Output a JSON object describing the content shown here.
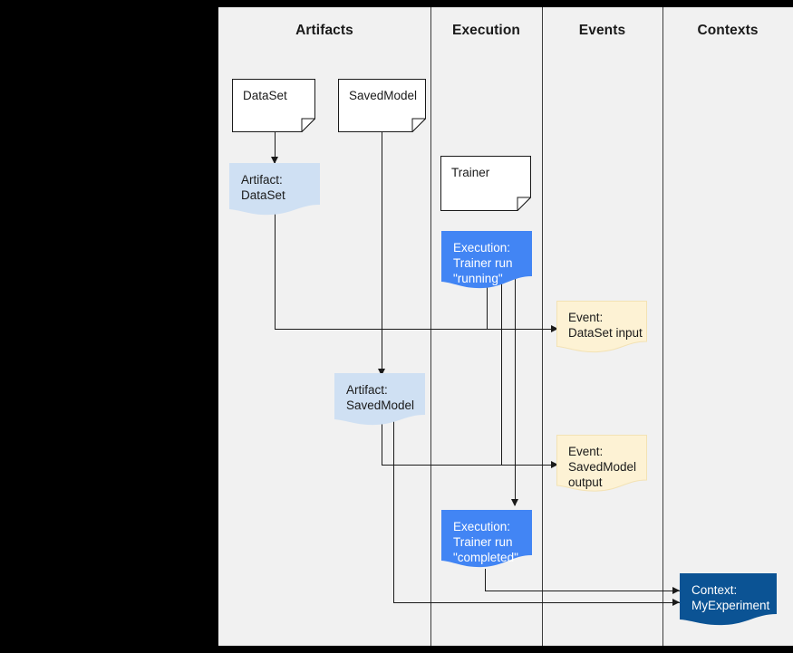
{
  "diagram": {
    "title": "ML Metadata swimlane diagram",
    "background": "#f1f1f1",
    "outer_background": "#000000",
    "lanes": [
      {
        "id": "artifacts",
        "label": "Artifacts"
      },
      {
        "id": "execution",
        "label": "Execution"
      },
      {
        "id": "events",
        "label": "Events"
      },
      {
        "id": "contexts",
        "label": "Contexts"
      }
    ],
    "colors": {
      "artifact_fill": "#cfe0f3",
      "execution_fill": "#4285f4",
      "event_fill": "#fdf2d4",
      "event_border": "#f0e0b0",
      "context_fill": "#0b5394",
      "line": "#1a1a1a",
      "lane_divider": "#3c3c3c",
      "doc_border": "#1a1a1a",
      "doc_fill": "#ffffff",
      "lane_bg": "#f1f1f1"
    },
    "nodes": [
      {
        "id": "type-dataset",
        "shape": "document",
        "lane": "artifacts",
        "label": "DataSet"
      },
      {
        "id": "type-savedmodel",
        "shape": "document",
        "lane": "artifacts",
        "label": "SavedModel"
      },
      {
        "id": "artifact-dataset",
        "shape": "wavy",
        "lane": "artifacts",
        "label": "Artifact:\nDataSet"
      },
      {
        "id": "artifact-savedmodel",
        "shape": "wavy",
        "lane": "artifacts",
        "label": "Artifact:\nSavedModel"
      },
      {
        "id": "type-trainer",
        "shape": "document",
        "lane": "execution",
        "label": "Trainer"
      },
      {
        "id": "execution-running",
        "shape": "wavy",
        "lane": "execution",
        "label": "Execution:\nTrainer run\n\"running\""
      },
      {
        "id": "execution-completed",
        "shape": "wavy",
        "lane": "execution",
        "label": "Execution:\nTrainer run\n\"completed\""
      },
      {
        "id": "event-dataset-input",
        "shape": "wavy",
        "lane": "events",
        "label": "Event:\nDataSet input"
      },
      {
        "id": "event-savedmodel-output",
        "shape": "wavy",
        "lane": "events",
        "label": "Event:\nSavedModel\noutput"
      },
      {
        "id": "context-myexperiment",
        "shape": "wavy",
        "lane": "contexts",
        "label": "Context:\nMyExperiment"
      }
    ]
  }
}
